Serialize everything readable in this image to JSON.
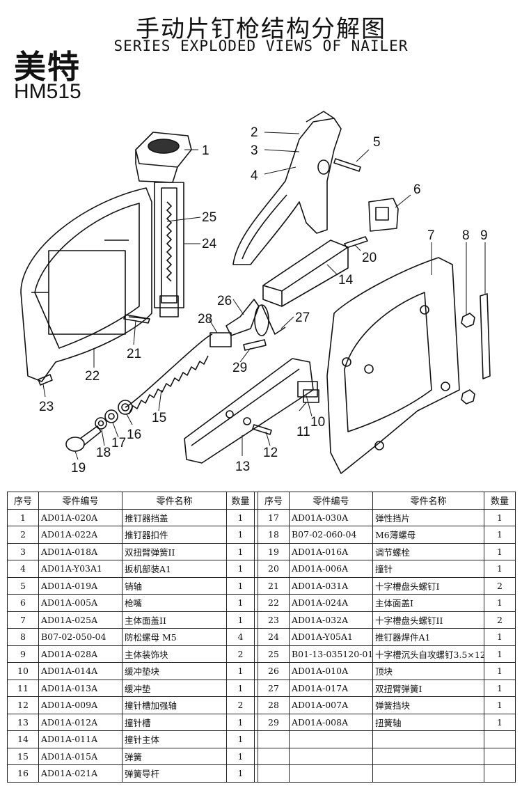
{
  "header": {
    "title_cn": "手动片钉枪结构分解图",
    "title_en": "SERIES EXPLODED VIEWS OF NAILER",
    "brand": "美特",
    "model": "HM515"
  },
  "callouts": [
    "1",
    "2",
    "3",
    "4",
    "5",
    "6",
    "7",
    "8",
    "9",
    "10",
    "11",
    "12",
    "13",
    "14",
    "15",
    "16",
    "17",
    "18",
    "19",
    "20",
    "21",
    "22",
    "23",
    "24",
    "25",
    "26",
    "27",
    "28",
    "29"
  ],
  "table": {
    "headers": [
      "序号",
      "零件编号",
      "零件名称",
      "数量"
    ],
    "left_rows": [
      {
        "no": "1",
        "code": "AD01A-020A",
        "name": "推钉器挡盖",
        "qty": "1"
      },
      {
        "no": "2",
        "code": "AD01A-022A",
        "name": "推钉器扣件",
        "qty": "1"
      },
      {
        "no": "3",
        "code": "AD01A-018A",
        "name": "双扭臂弹簧II",
        "qty": "1"
      },
      {
        "no": "4",
        "code": "AD01A-Y03A1",
        "name": "扳机部装A1",
        "qty": "1"
      },
      {
        "no": "5",
        "code": "AD01A-019A",
        "name": "销轴",
        "qty": "1"
      },
      {
        "no": "6",
        "code": "AD01A-005A",
        "name": "枪嘴",
        "qty": "1"
      },
      {
        "no": "7",
        "code": "AD01A-025A",
        "name": "主体面盖II",
        "qty": "1"
      },
      {
        "no": "8",
        "code": "B07-02-050-04",
        "name": "防松螺母 M5",
        "qty": "4"
      },
      {
        "no": "9",
        "code": "AD01A-028A",
        "name": "主体装饰块",
        "qty": "2"
      },
      {
        "no": "10",
        "code": "AD01A-014A",
        "name": "缓冲垫块",
        "qty": "1"
      },
      {
        "no": "11",
        "code": "AD01A-013A",
        "name": "缓冲垫",
        "qty": "1"
      },
      {
        "no": "12",
        "code": "AD01A-009A",
        "name": "撞针槽加强轴",
        "qty": "2"
      },
      {
        "no": "13",
        "code": "AD01A-012A",
        "name": "撞针槽",
        "qty": "1"
      },
      {
        "no": "14",
        "code": "AD01A-011A",
        "name": "撞针主体",
        "qty": "1"
      },
      {
        "no": "15",
        "code": "AD01A-015A",
        "name": "弹簧",
        "qty": "1"
      },
      {
        "no": "16",
        "code": "AD01A-021A",
        "name": "弹簧导杆",
        "qty": "1"
      }
    ],
    "right_rows": [
      {
        "no": "17",
        "code": "AD01A-030A",
        "name": "弹性挡片",
        "qty": "1"
      },
      {
        "no": "18",
        "code": "B07-02-060-04",
        "name": "M6薄螺母",
        "qty": "1"
      },
      {
        "no": "19",
        "code": "AD01A-016A",
        "name": "调节螺栓",
        "qty": "1"
      },
      {
        "no": "20",
        "code": "AD01A-006A",
        "name": "撞针",
        "qty": "1"
      },
      {
        "no": "21",
        "code": "AD01A-031A",
        "name": "十字槽盘头螺钉I",
        "qty": "2"
      },
      {
        "no": "22",
        "code": "AD01A-024A",
        "name": "主体面盖I",
        "qty": "1"
      },
      {
        "no": "23",
        "code": "AD01A-032A",
        "name": "十字槽盘头螺钉II",
        "qty": "2"
      },
      {
        "no": "24",
        "code": "AD01A-Y05A1",
        "name": "推钉器焊件A1",
        "qty": "1"
      },
      {
        "no": "25",
        "code": "B01-13-035120-01",
        "name": "十字槽沉头自攻螺钉3.5×12",
        "qty": "1"
      },
      {
        "no": "26",
        "code": "AD01A-010A",
        "name": "顶块",
        "qty": "1"
      },
      {
        "no": "27",
        "code": "AD01A-017A",
        "name": "双扭臂弹簧I",
        "qty": "1"
      },
      {
        "no": "28",
        "code": "AD01A-007A",
        "name": "弹簧挡块",
        "qty": "1"
      },
      {
        "no": "29",
        "code": "AD01A-008A",
        "name": "扭簧轴",
        "qty": "1"
      },
      {
        "no": "",
        "code": "",
        "name": "",
        "qty": ""
      },
      {
        "no": "",
        "code": "",
        "name": "",
        "qty": ""
      },
      {
        "no": "",
        "code": "",
        "name": "",
        "qty": ""
      }
    ]
  }
}
